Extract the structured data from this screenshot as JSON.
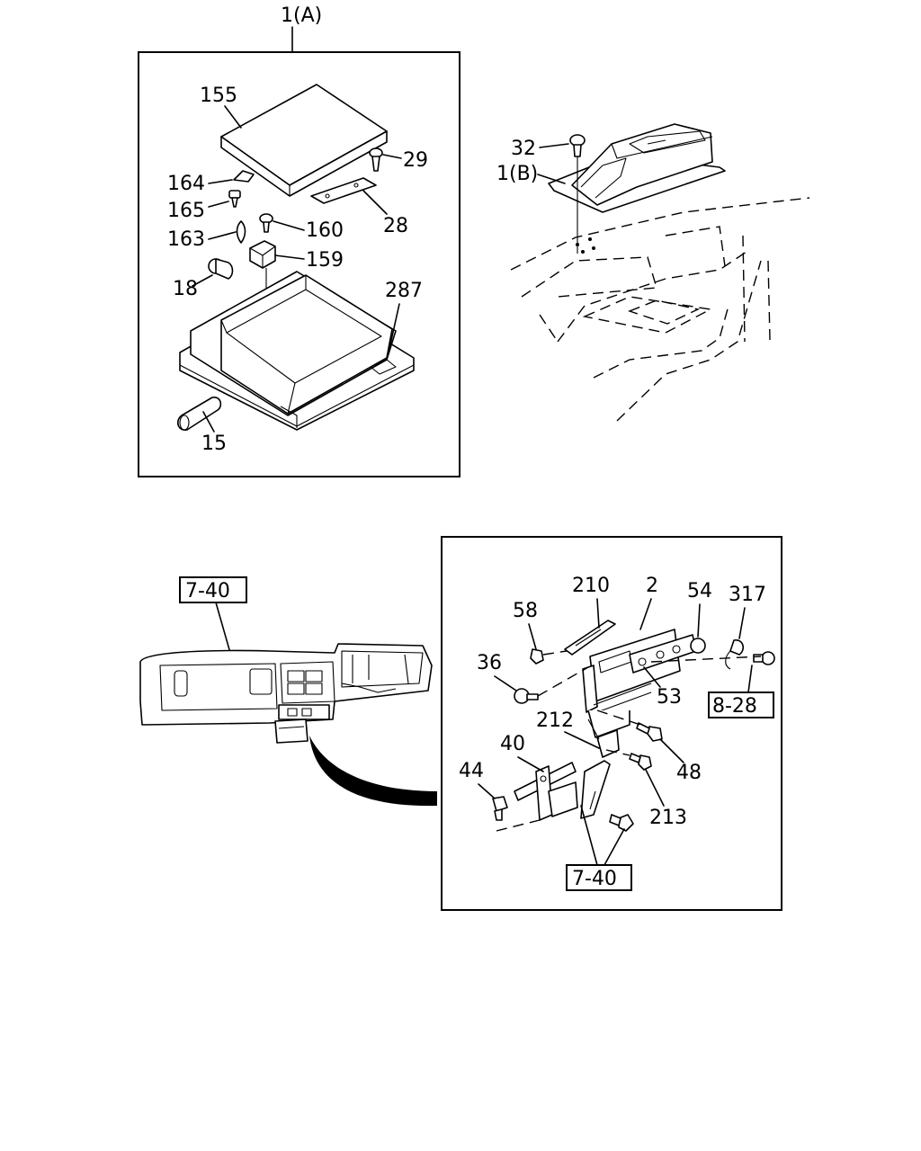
{
  "diagram": {
    "section_a": {
      "title": "1(A)",
      "labels": [
        "155",
        "29",
        "164",
        "165",
        "28",
        "160",
        "163",
        "159",
        "18",
        "287",
        "15"
      ]
    },
    "section_b": {
      "labels": [
        "32",
        "1(B)"
      ]
    },
    "dash_view": {
      "ref_box": "7-40"
    },
    "section_c": {
      "labels": [
        "210",
        "2",
        "54",
        "317",
        "58",
        "36",
        "53",
        "8-28",
        "212",
        "40",
        "48",
        "44",
        "213"
      ],
      "ref_box": "7-40",
      "ref_box_2": "8-28"
    }
  }
}
